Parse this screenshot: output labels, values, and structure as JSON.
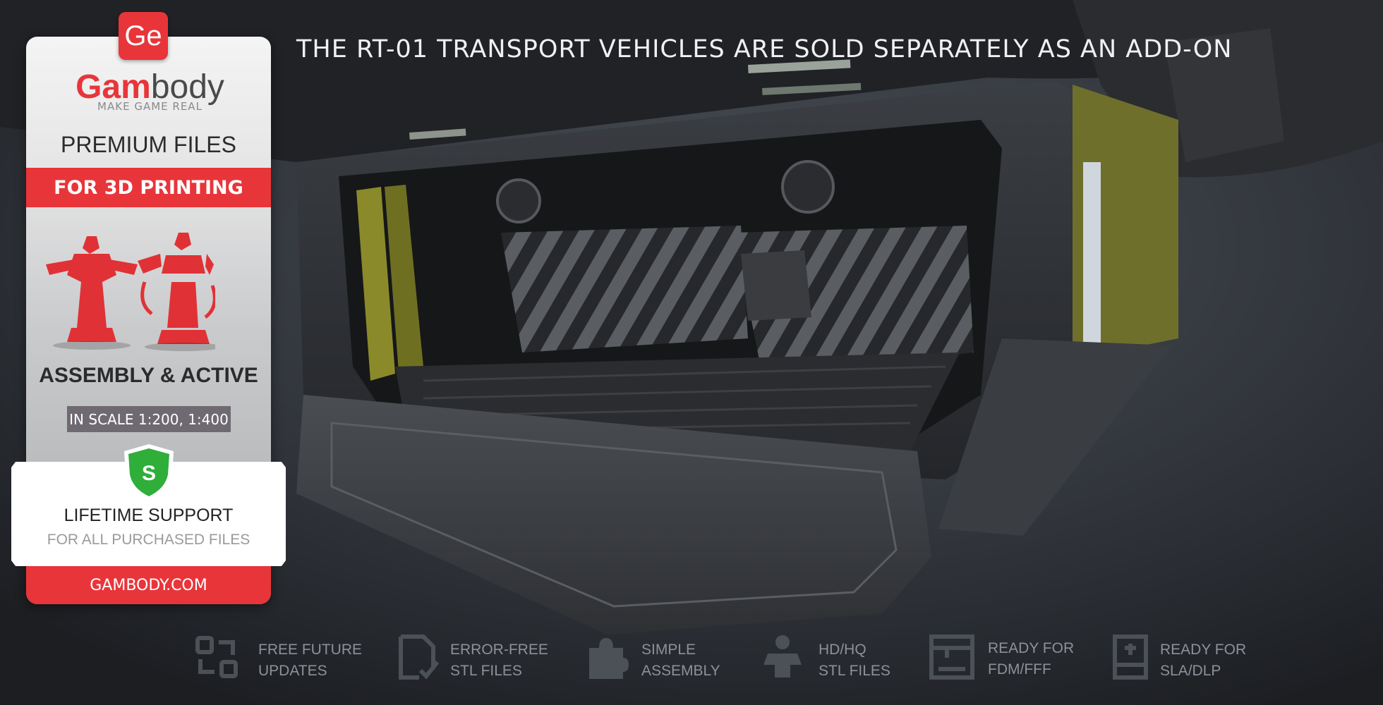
{
  "headline": "THE RT-01 TRANSPORT VEHICLES ARE SOLD SEPARATELY AS AN ADD-ON",
  "badge": {
    "logo_mark": "Ge",
    "brand_red": "Gam",
    "brand_dark": "body",
    "tagline": "MAKE GAME REAL",
    "premium": "PREMIUM FILES",
    "printing": "FOR 3D PRINTING",
    "assembly": "ASSEMBLY & ACTIVE",
    "scale": "IN SCALE 1:200, 1:400",
    "shield_letter": "S",
    "support_title": "LIFETIME SUPPORT",
    "support_sub": "FOR ALL PURCHASED FILES",
    "site": "GAMBODY.COM",
    "accent_color": "#e8353a",
    "shield_color": "#2fae3a"
  },
  "features": [
    {
      "icon": "refresh-icon",
      "line1": "FREE FUTURE",
      "line2": "UPDATES"
    },
    {
      "icon": "file-check-icon",
      "line1": "ERROR-FREE",
      "line2": "STL FILES"
    },
    {
      "icon": "puzzle-icon",
      "line1": "SIMPLE",
      "line2": "ASSEMBLY"
    },
    {
      "icon": "figure-icon",
      "line1": "HD/HQ",
      "line2": "STL FILES"
    },
    {
      "icon": "fdm-printer-icon",
      "line1": "READY FOR",
      "line2": "FDM/FFF"
    },
    {
      "icon": "sla-printer-icon",
      "line1": "READY FOR",
      "line2": "SLA/DLP"
    }
  ]
}
